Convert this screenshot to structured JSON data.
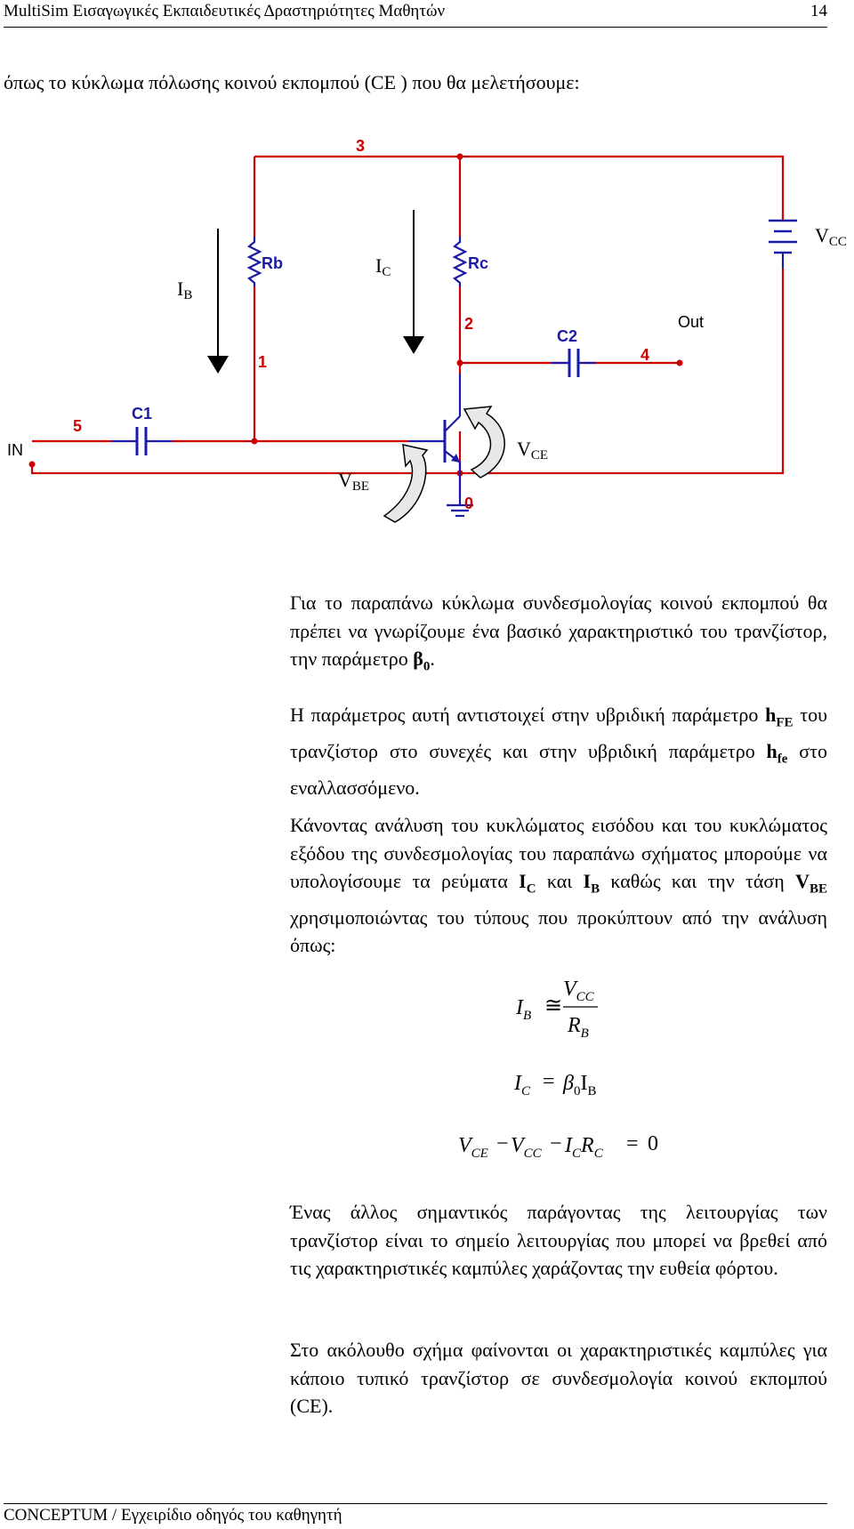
{
  "header": {
    "title": "MultiSim Εισαγωγικές Εκπαιδευτικές Δραστηριότητες Μαθητών",
    "page_number": "14"
  },
  "intro": "όπως το κύκλωμα πόλωσης  κοινού εκπομπού (CE ) που θα μελετήσουμε:",
  "circuit": {
    "nodes": {
      "n0": "0",
      "n1": "1",
      "n2": "2",
      "n3": "3",
      "n4": "4",
      "n5": "5"
    },
    "components": {
      "rb": "Rb",
      "rc": "Rc",
      "c1": "C1",
      "c2": "C2"
    },
    "ports": {
      "in": "IN",
      "out": "Out"
    },
    "labels": {
      "ib": "I",
      "ib_sub": "B",
      "ic": "I",
      "ic_sub": "C",
      "vbe": "V",
      "vbe_sub": "BE",
      "vce": "V",
      "vce_sub": "CE",
      "vcc": "V",
      "vcc_sub": "CC"
    },
    "colors": {
      "wire": "#cc0000",
      "component": "#1a1aa6"
    }
  },
  "paragraphs": {
    "p1_a": "Για το παραπάνω κύκλωμα συνδεσμολογίας κοινού εκπομπού θα πρέπει να γνωρίζουμε ένα βασικό χαρακτηριστικό του τρανζίστορ, την παράμετρο ",
    "p1_beta": "β",
    "p1_beta_sub": "0",
    "p1_end": ".",
    "p2_a": "Η παράμετρος αυτή αντιστοιχεί στην υβριδική παράμετρο ",
    "p2_h1": "h",
    "p2_h1_sub": "FE",
    "p2_b": " του τρανζίστορ στο συνεχές και στην υβριδική παράμετρο ",
    "p2_h2": "h",
    "p2_h2_sub": "fe",
    "p2_c": " στο εναλλασσόμενο.",
    "p3_a": " Κάνοντας ανάλυση του κυκλώματος εισόδου και του κυκλώματος εξόδου της συνδεσμολογίας του παραπάνω σχήματος μπορούμε να υπολογίσουμε τα ρεύματα ",
    "p3_ic": "I",
    "p3_ic_sub": "C",
    "p3_b": " και ",
    "p3_ib": "I",
    "p3_ib_sub": "B",
    "p3_c": " καθώς και την τάση ",
    "p3_vbe": "V",
    "p3_vbe_sub": "BE",
    "p3_d": " χρησιμοποιώντας του τύπους που προκύπτουν από την ανάλυση όπως:",
    "p4": " Ένας άλλος σημαντικός παράγοντας της λειτουργίας των τρανζίστορ είναι το σημείο λειτουργίας που μπορεί να βρεθεί από τις χαρακτηριστικές καμπύλες χαράζοντας την ευθεία φόρτου.",
    "p5": "Στο ακόλουθο σχήμα φαίνονται οι χαρακτηριστικές καμπύλες για κάποιο τυπικό τρανζίστορ σε συνδεσμολογία κοινού εκπομπού (CE)."
  },
  "equations": {
    "eq1": {
      "lhs": "I",
      "lhs_sub": "B",
      "op": "≅",
      "num": "V",
      "num_sub": "CC",
      "den": "R",
      "den_sub": "B"
    },
    "eq2": {
      "lhs": "I",
      "lhs_sub": "C",
      "op": "=",
      "beta": "β",
      "beta_sub": "0",
      "ib": "I",
      "ib_sub": "B"
    },
    "eq3": {
      "t1": "V",
      "t1_sub": "CE",
      "minus1": "−",
      "t2": "V",
      "t2_sub": "CC",
      "minus2": "−",
      "t3a": "I",
      "t3a_sub": "C",
      "t3b": "R",
      "t3b_sub": "C",
      "op": "=",
      "rhs": "0"
    }
  },
  "footer": "CONCEPTUM / Εγχειρίδιο οδηγός του καθηγητή"
}
